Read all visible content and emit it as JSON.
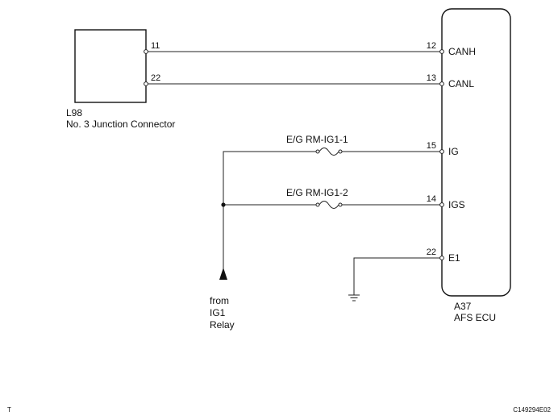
{
  "junction_connector": {
    "id": "L98",
    "name": "No. 3 Junction Connector",
    "pins": [
      "11",
      "22"
    ]
  },
  "ecu": {
    "id": "A37",
    "name": "AFS ECU",
    "pins": [
      {
        "num": "12",
        "label": "CANH"
      },
      {
        "num": "13",
        "label": "CANL"
      },
      {
        "num": "15",
        "label": "IG"
      },
      {
        "num": "14",
        "label": "IGS"
      },
      {
        "num": "22",
        "label": "E1"
      }
    ]
  },
  "fuses": [
    "E/G RM-IG1-1",
    "E/G RM-IG1-2"
  ],
  "source": {
    "line1": "from",
    "line2": "IG1",
    "line3": "Relay"
  },
  "corner_mark": "T",
  "figure_code": "C149294E02"
}
